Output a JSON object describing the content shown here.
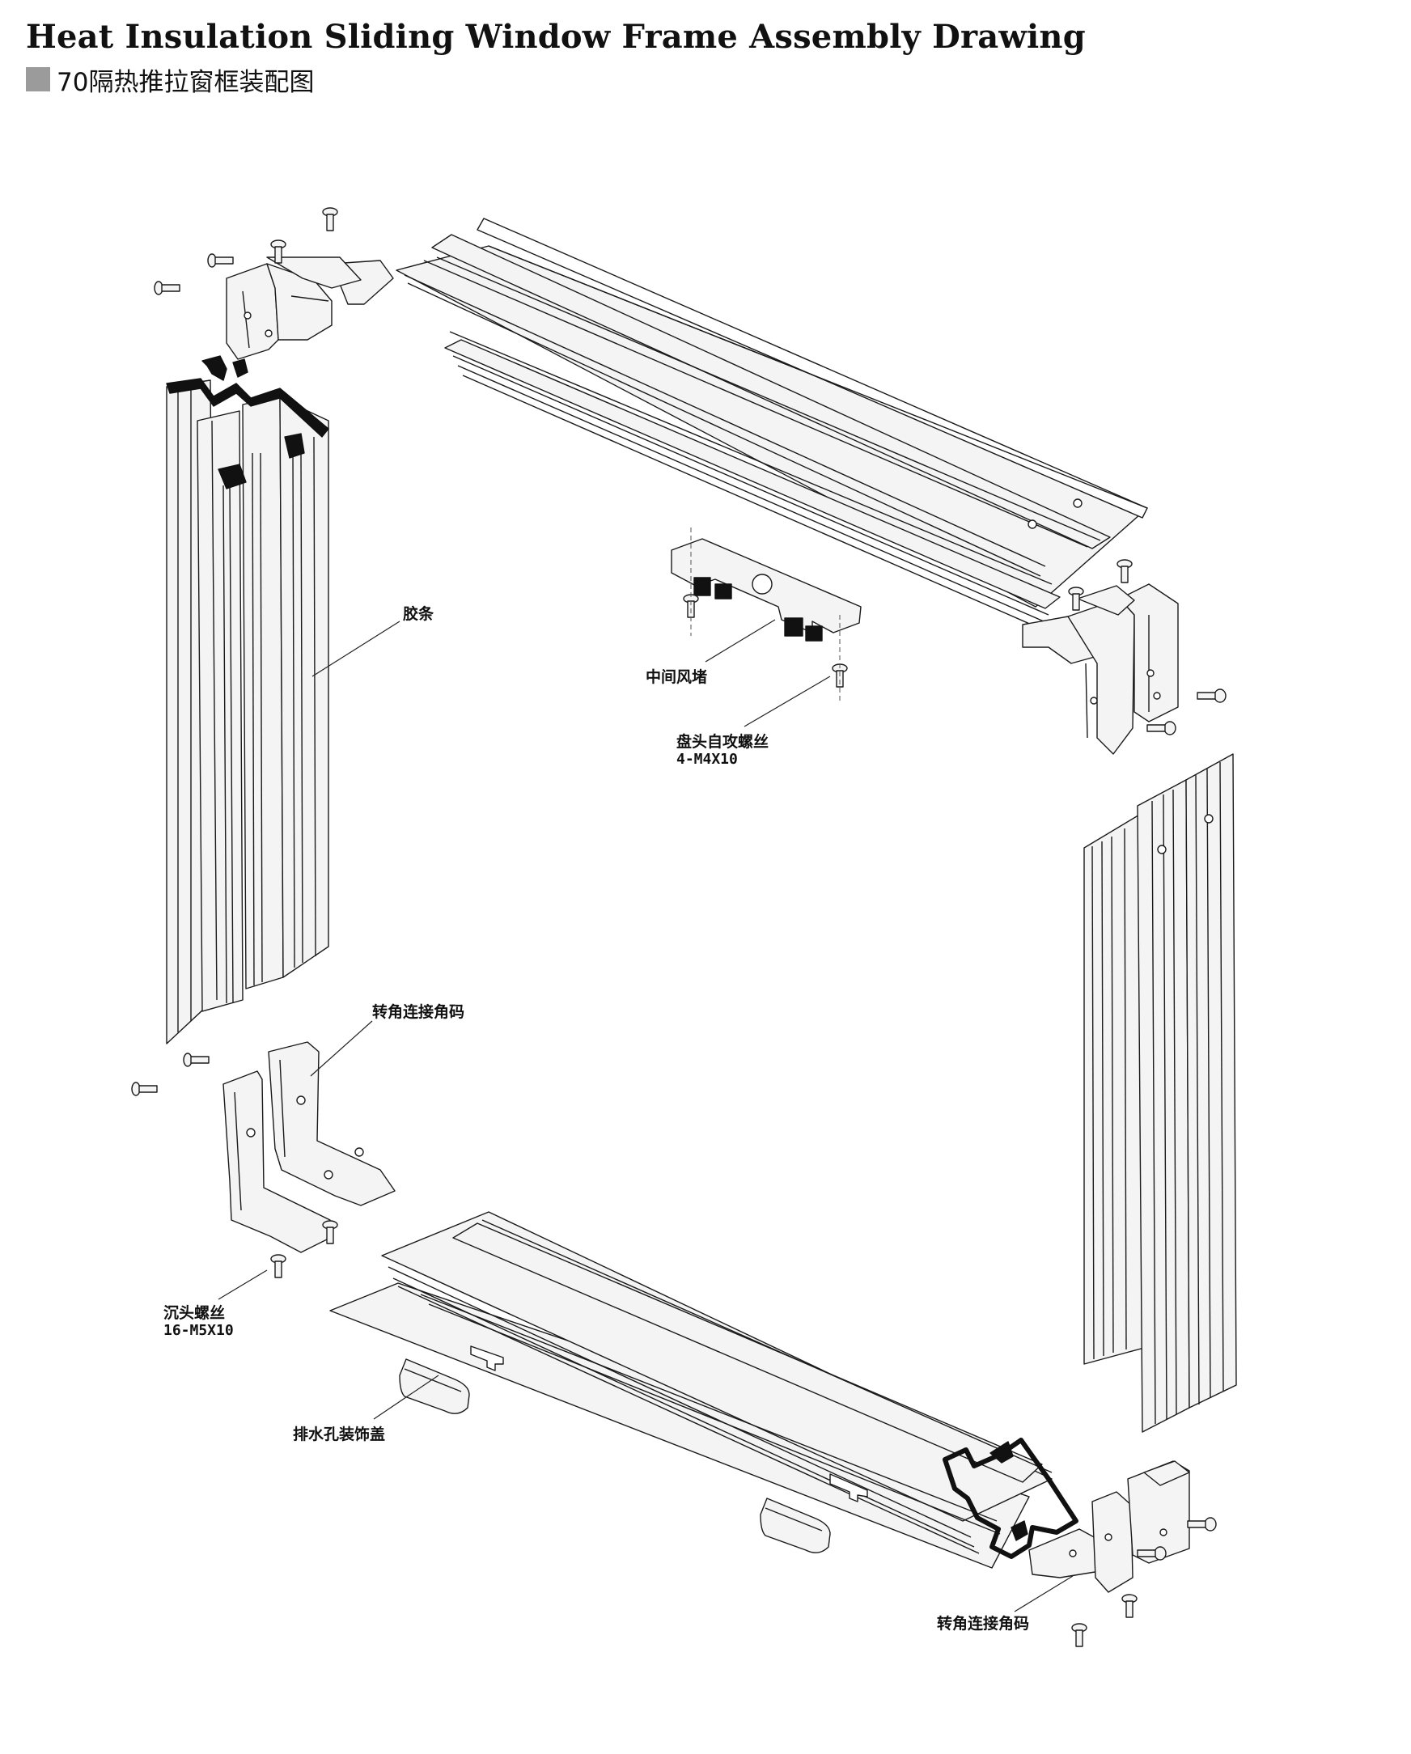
{
  "title": {
    "english": "Heat Insulation Sliding Window Frame Assembly Drawing",
    "chinese": "70隔热推拉窗框装配图"
  },
  "labels": {
    "gasket": "胶条",
    "middle_wind_block": "中间风堵",
    "pan_head_screw": "盘头自攻螺丝",
    "pan_head_screw_spec": "4-M4X10",
    "corner_connector_left": "转角连接角码",
    "countersunk_screw": "沉头螺丝",
    "countersunk_screw_spec": "16-M5X10",
    "drain_cover": "排水孔装饰盖",
    "corner_connector_bottom": "转角连接角码"
  },
  "colors": {
    "line": "#1a1a1a",
    "profile_fill": "#f4f4f4",
    "section_fill": "#111111",
    "title_square": "#9b9b9b"
  }
}
